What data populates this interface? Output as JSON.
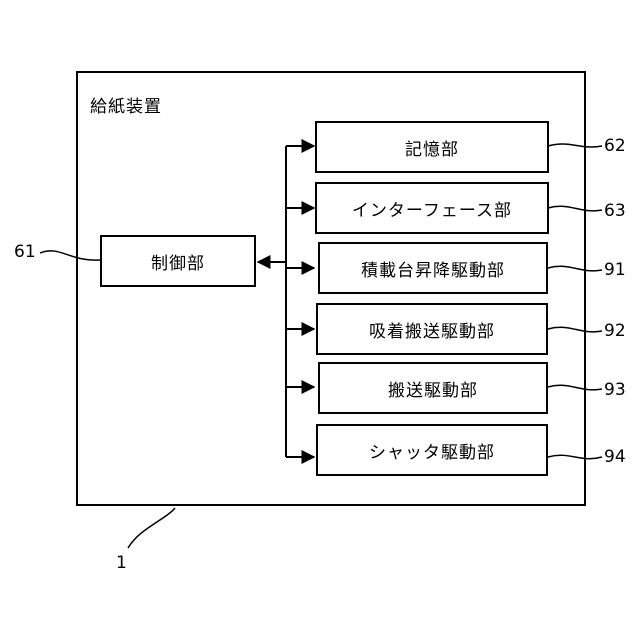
{
  "diagram": {
    "title": "給紙装置",
    "device_ref": "1",
    "controller": {
      "label": "制御部",
      "ref": "61"
    },
    "units": [
      {
        "label": "記憶部",
        "ref": "62"
      },
      {
        "label": "インターフェース部",
        "ref": "63"
      },
      {
        "label": "積載台昇降駆動部",
        "ref": "91"
      },
      {
        "label": "吸着搬送駆動部",
        "ref": "92"
      },
      {
        "label": "搬送駆動部",
        "ref": "93"
      },
      {
        "label": "シャッタ駆動部",
        "ref": "94"
      }
    ]
  }
}
